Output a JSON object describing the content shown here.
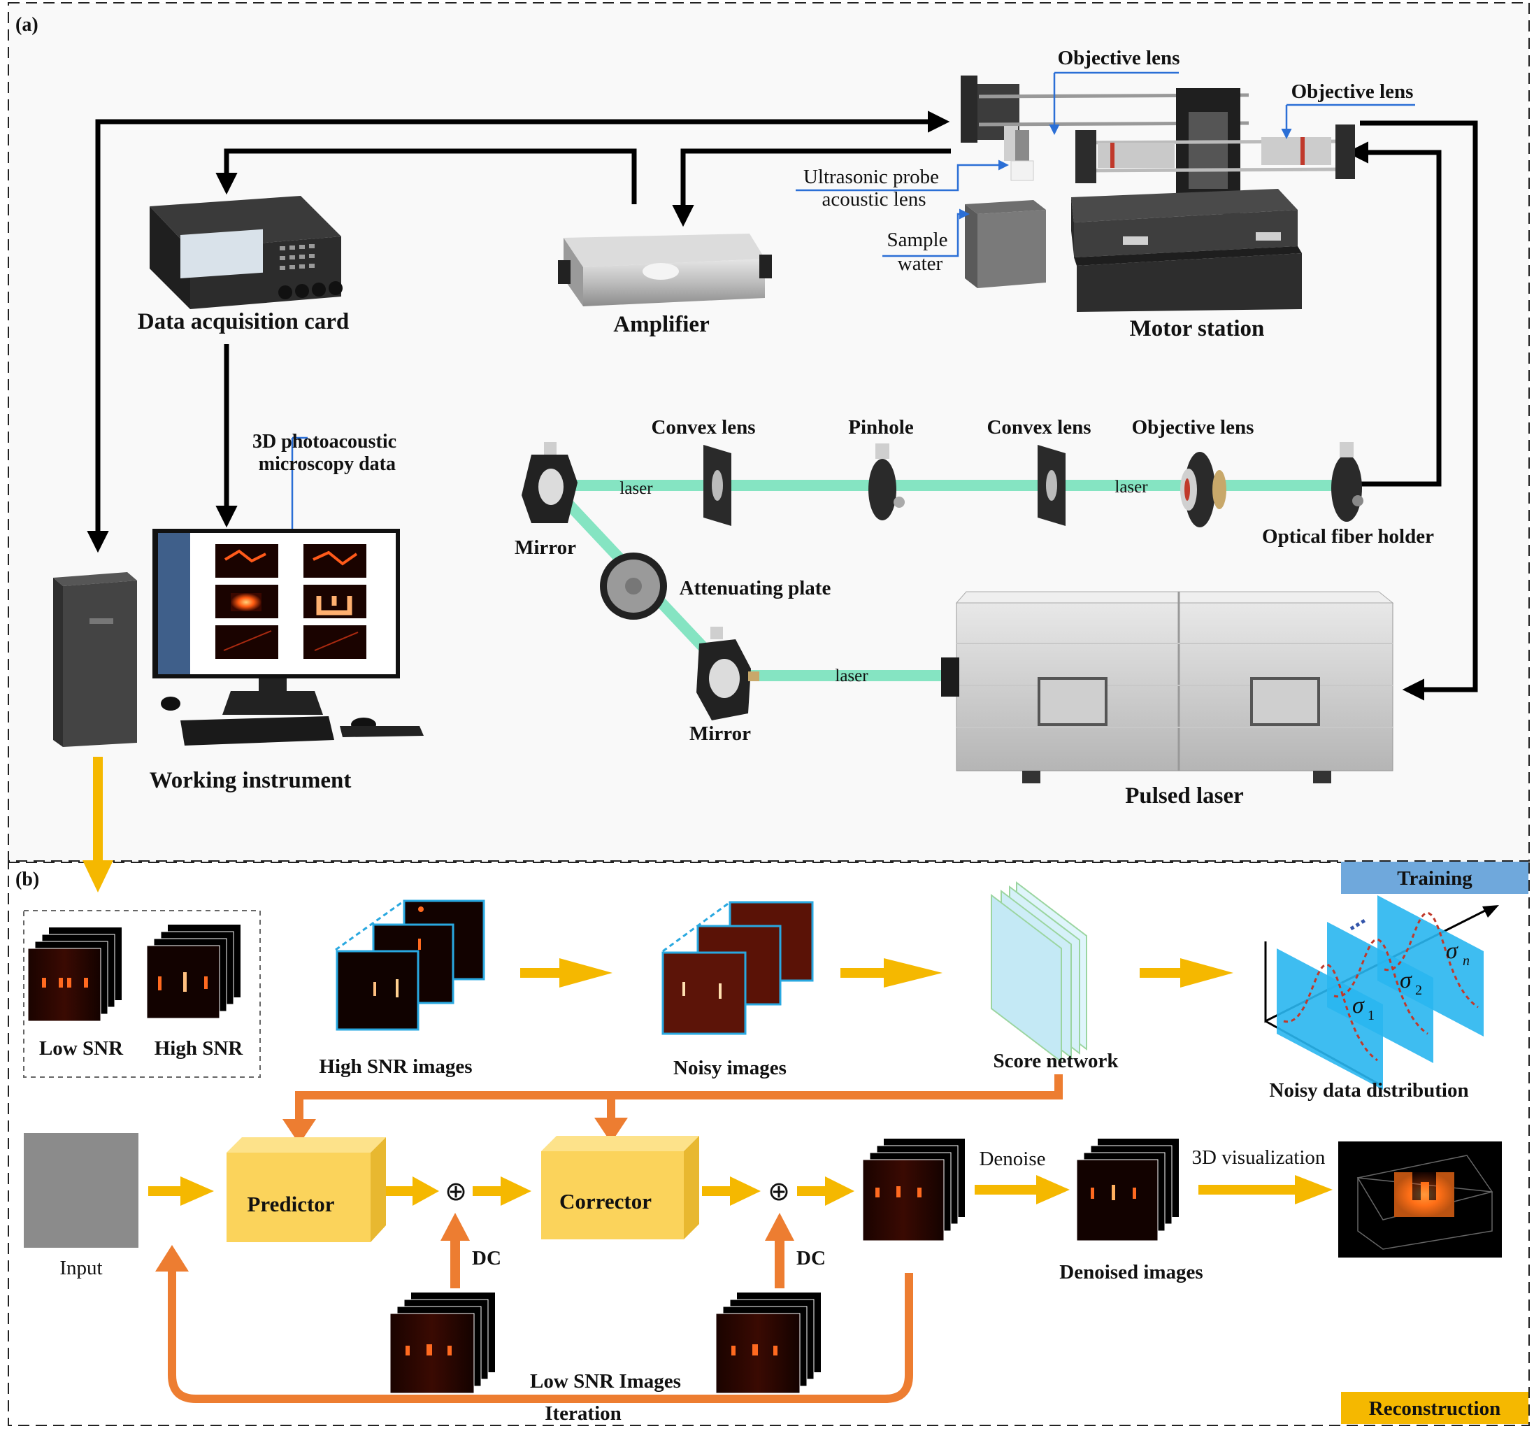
{
  "panel_a": {
    "tag": "(a)",
    "labels": {
      "objective_lens_1": "Objective lens",
      "objective_lens_2": "Objective lens",
      "ultrasonic_probe": "Ultrasonic probe",
      "acoustic_lens": "acoustic lens",
      "sample": "Sample",
      "water": "water",
      "data_acquisition_card": "Data acquisition card",
      "amplifier": "Amplifier",
      "motor_station": "Motor station",
      "pam_data_line1": "3D photoacoustic",
      "pam_data_line2": "microscopy data",
      "working_instrument": "Working instrument",
      "convex_lens_1": "Convex lens",
      "pinhole": "Pinhole",
      "convex_lens_2": "Convex lens",
      "objective_lens_3": "Objective lens",
      "optical_fiber_holder": "Optical fiber holder",
      "mirror_1": "Mirror",
      "mirror_2": "Mirror",
      "attenuating_plate": "Attenuating plate",
      "laser_1": "laser",
      "laser_2": "laser",
      "laser_3": "laser",
      "pulsed_laser": "Pulsed laser"
    }
  },
  "panel_b": {
    "tag": "(b)",
    "training_badge": "Training",
    "reconstruction_badge": "Reconstruction",
    "labels": {
      "low_snr": "Low SNR",
      "high_snr": "High SNR",
      "high_snr_images": "High SNR images",
      "noisy_images": "Noisy images",
      "score_network": "Score network",
      "noisy_data_distribution": "Noisy data distribution",
      "sigma_1": "σ",
      "sigma_1_sub": "1",
      "sigma_2": "σ",
      "sigma_2_sub": "2",
      "sigma_n": "σ",
      "sigma_n_sub": "n",
      "input": "Input",
      "predictor": "Predictor",
      "corrector": "Corrector",
      "plus_1": "⊕",
      "plus_2": "⊕",
      "dc_1": "DC",
      "dc_2": "DC",
      "denoise": "Denoise",
      "visualization": "3D visualization",
      "denoised_images": "Denoised images",
      "low_snr_images": "Low SNR Images",
      "iteration": "Iteration"
    }
  },
  "colors": {
    "gold_arrow": "#f5b800",
    "orange_arrow": "#ed7d31",
    "laser_beam": "#7fe3c0",
    "badge_training": "#6fa8dc",
    "badge_reconstruction": "#f5b800",
    "box_yellow": "#fbd35b"
  }
}
